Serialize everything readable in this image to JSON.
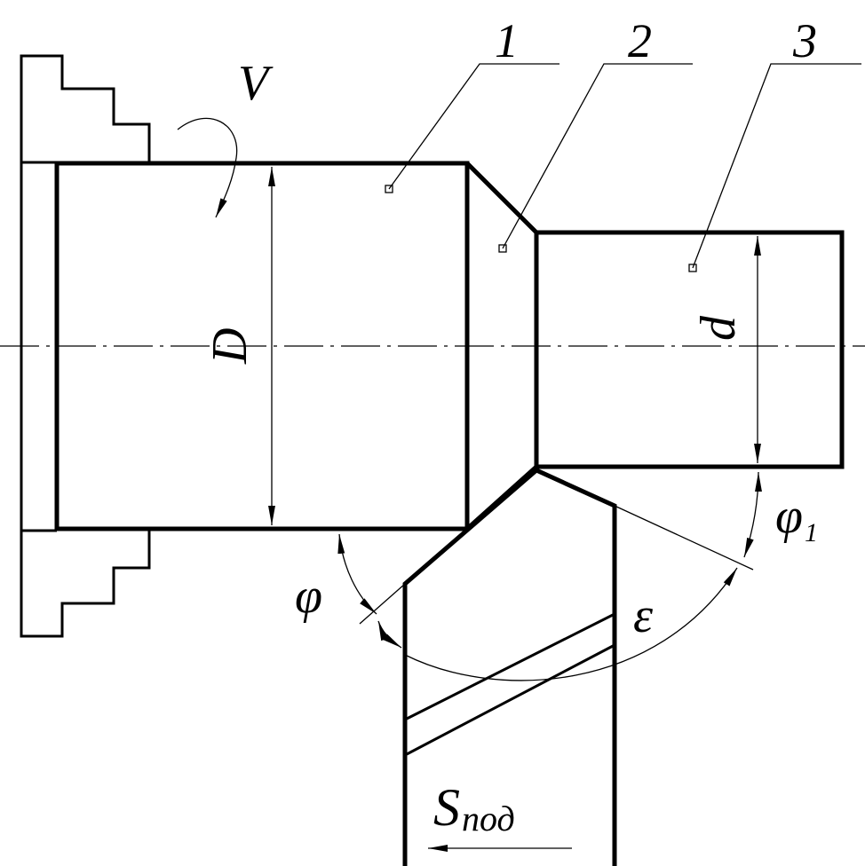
{
  "labels": {
    "surface_1": "1",
    "surface_2": "2",
    "surface_3": "3",
    "rotation": "V",
    "diameter_large": "D",
    "diameter_small": "d",
    "main_angle": "φ",
    "aux_angle": "φ",
    "aux_angle_sub": "1",
    "tip_angle": "ε",
    "feed": "S",
    "feed_sub": "под"
  }
}
